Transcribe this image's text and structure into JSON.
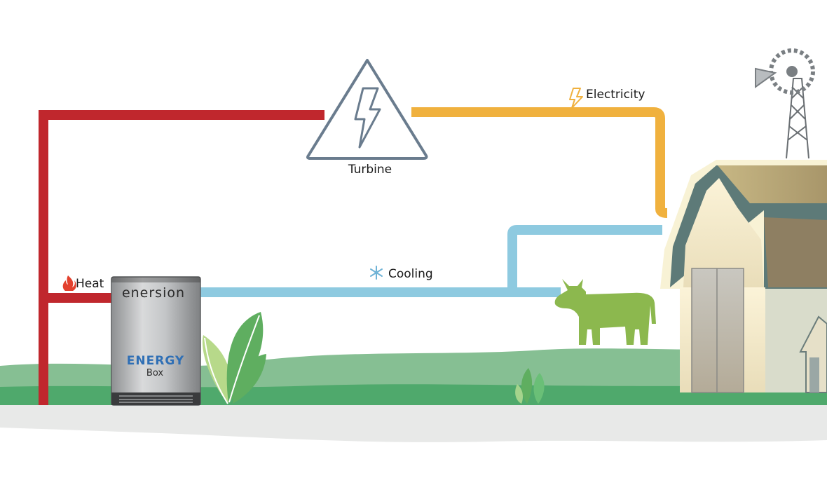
{
  "labels": {
    "turbine": "Turbine",
    "electricity": "Electricity",
    "cooling": "Cooling",
    "heat": "Heat"
  },
  "energy_box": {
    "brand": "enersion",
    "product_main": "ENERGY",
    "product_sub": "Box"
  },
  "colors": {
    "heat": "#c0272d",
    "electricity": "#f0b13e",
    "cooling": "#8ecae0",
    "grass": "#86bf93",
    "grass_dark": "#4fa96c",
    "ground": "#e8e9e8",
    "cow": "#8cb84e"
  }
}
